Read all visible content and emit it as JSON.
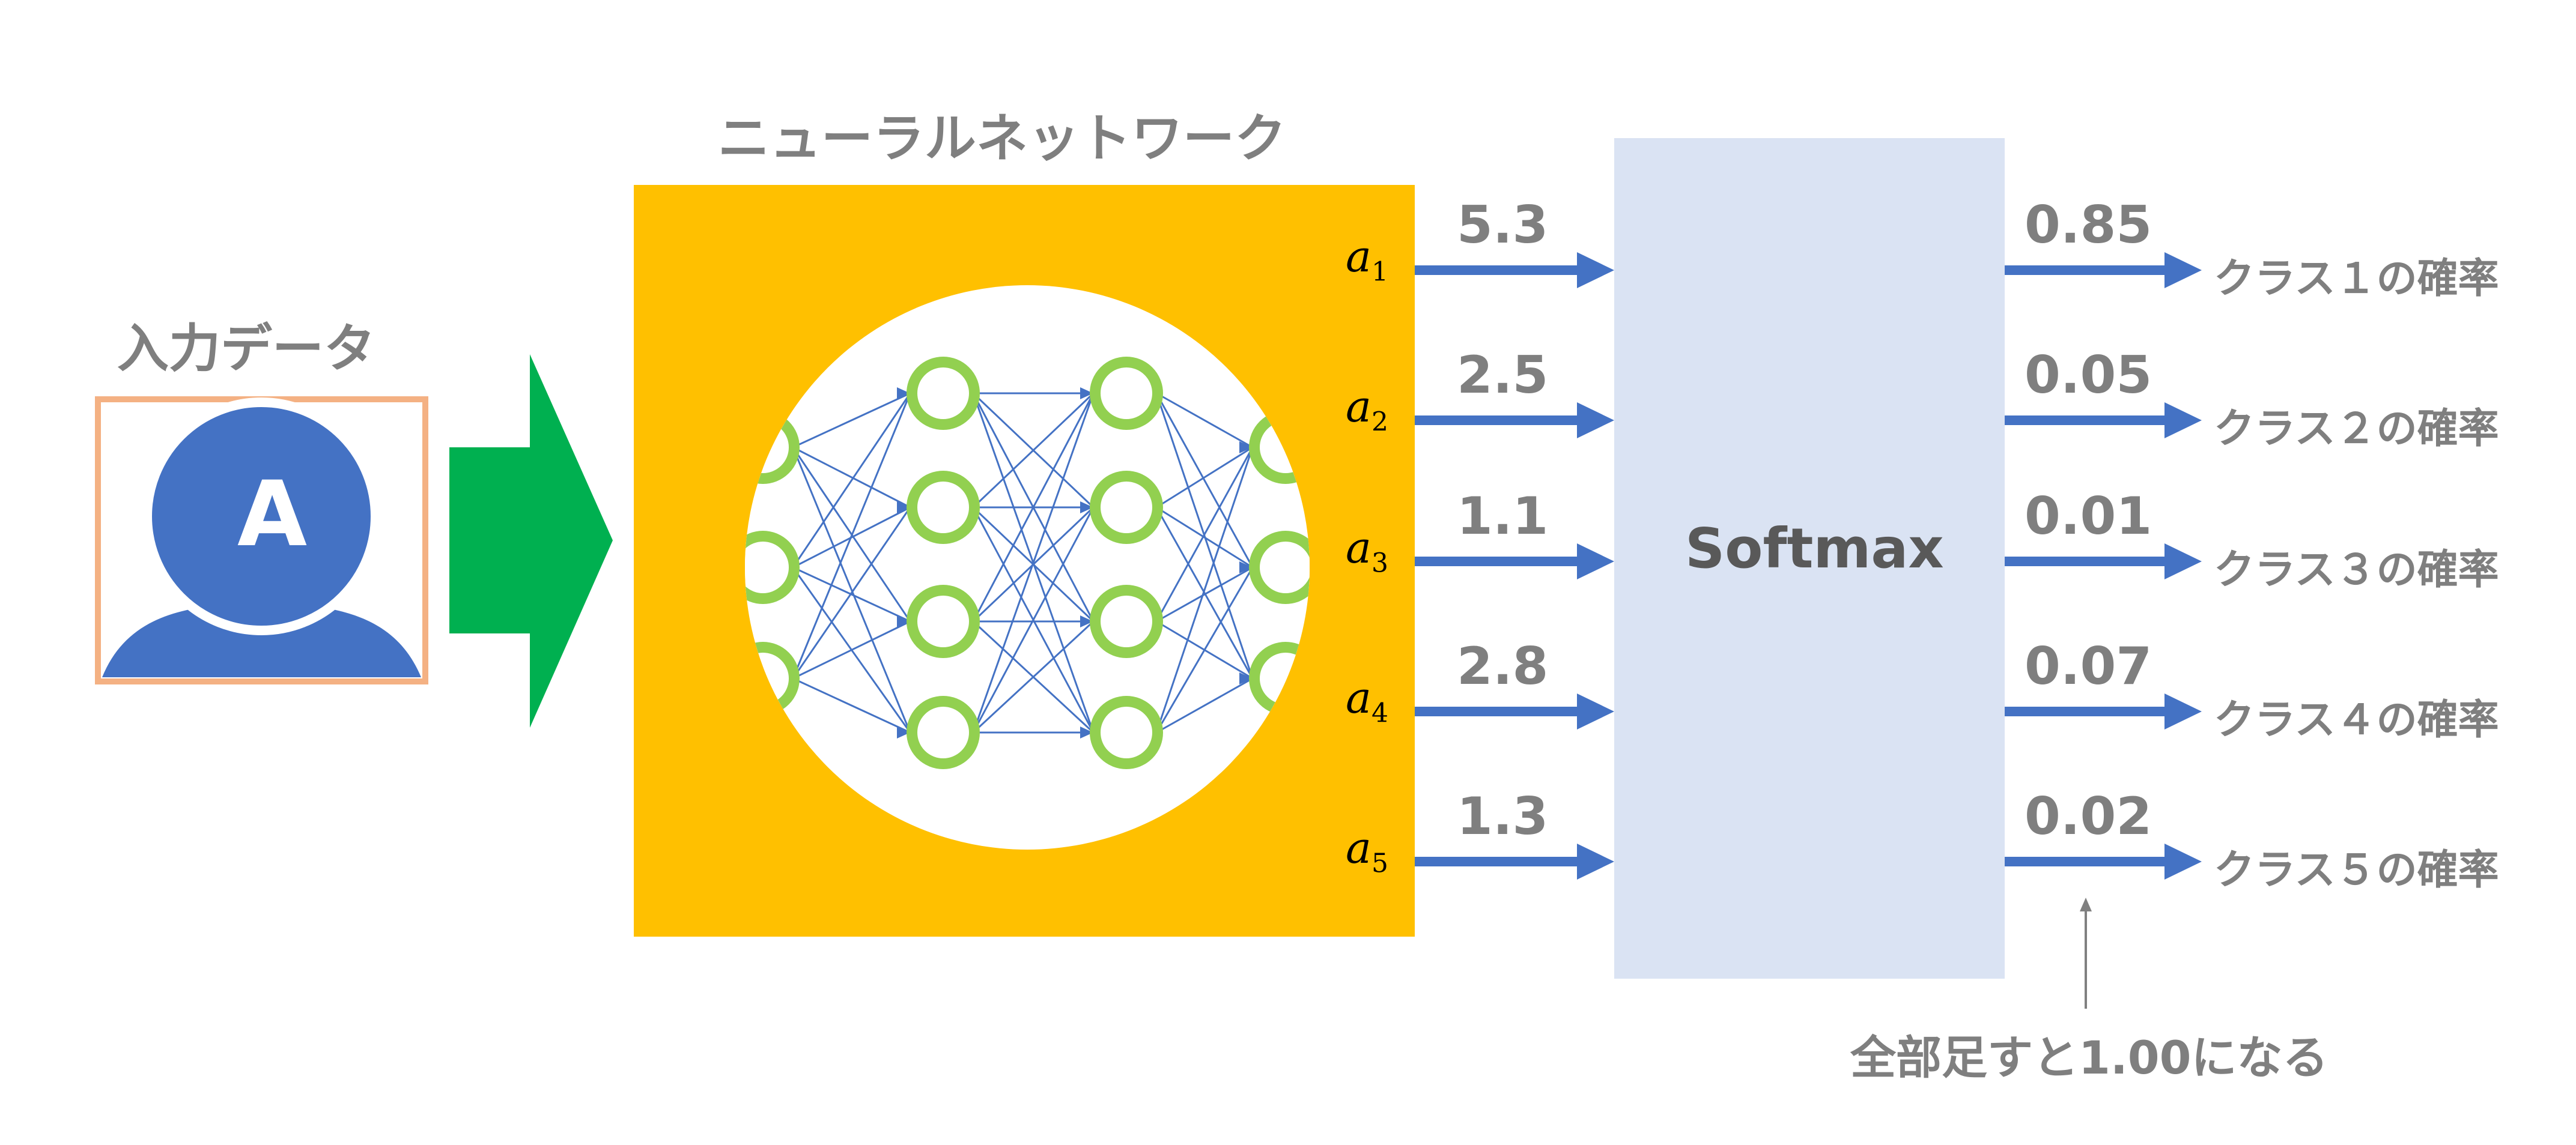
{
  "titles": {
    "neural_network": "ニューラルネットワーク",
    "input_data": "入力データ",
    "softmax": "Softmax"
  },
  "avatar_letter": "A",
  "outputs": [
    {
      "symbol": "a",
      "index": "1",
      "value": "5.3",
      "probability": "0.85",
      "class_label": "クラス１の確率"
    },
    {
      "symbol": "a",
      "index": "2",
      "value": "2.5",
      "probability": "0.05",
      "class_label": "クラス２の確率"
    },
    {
      "symbol": "a",
      "index": "3",
      "value": "1.1",
      "probability": "0.01",
      "class_label": "クラス３の確率"
    },
    {
      "symbol": "a",
      "index": "4",
      "value": "2.8",
      "probability": "0.07",
      "class_label": "クラス４の確率"
    },
    {
      "symbol": "a",
      "index": "5",
      "value": "1.3",
      "probability": "0.02",
      "class_label": "クラス５の確率"
    }
  ],
  "note": "全部足すと1.00になる",
  "colors": {
    "nn_box": "#ffc000",
    "softmax_box": "#dae3f3",
    "arrow_blue": "#4472c4",
    "big_arrow": "#00b050",
    "node_ring": "#92d050",
    "avatar_frame": "#f4b183",
    "avatar": "#4472c4",
    "text_gray": "#7f7f7f"
  }
}
